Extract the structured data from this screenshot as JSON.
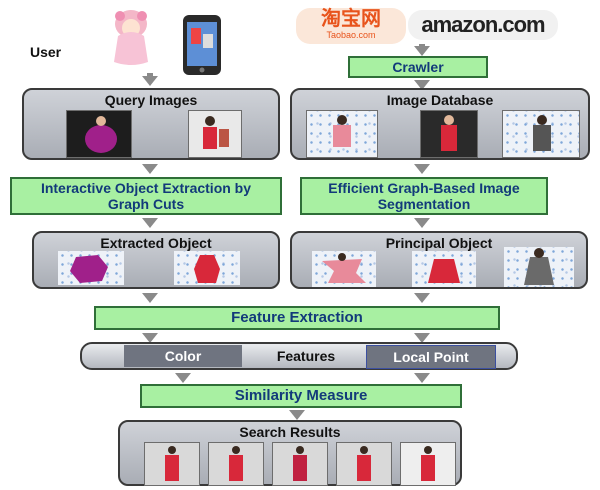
{
  "labels": {
    "user": "User",
    "crawler": "Crawler",
    "query_images": "Query Images",
    "image_database": "Image Database",
    "interactive_extraction": "Interactive Object Extraction by Graph Cuts",
    "graph_segmentation": "Efficient Graph-Based Image Segmentation",
    "extracted_object": "Extracted Object",
    "principal_object": "Principal Object",
    "feature_extraction": "Feature Extraction",
    "features": "Features",
    "color": "Color",
    "local_point": "Local Point",
    "similarity_measure": "Similarity Measure",
    "search_results": "Search Results"
  },
  "logos": {
    "left": "淘宝网",
    "left_sub": "Taobao.com",
    "right": "amazon.com"
  },
  "colors": {
    "step_fill": "#a8f0a2",
    "step_border": "#2f6f38",
    "step_text": "#123a7a",
    "dress_red": "#d8283a",
    "dress_magenta": "#a0208a",
    "feature_box": "#6f7480"
  }
}
